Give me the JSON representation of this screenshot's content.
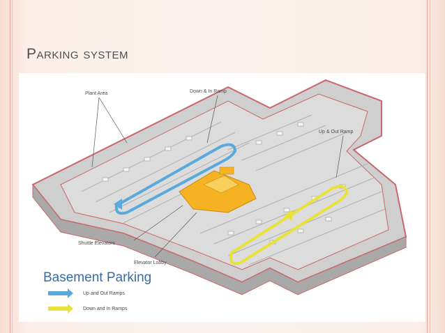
{
  "slide": {
    "title": "Parking system"
  },
  "diagram": {
    "callouts": {
      "plant_area": "Plant Area",
      "down_in_ramp": "Down & In Ramp",
      "up_out_ramp": "Up & Out Ramp",
      "shuttle_elevators": "Shuttle Elevators",
      "elevator_lobby": "Elevator Lobby"
    },
    "legend": {
      "title": "Basement Parking",
      "items": [
        {
          "label": "Up and Out Ramps",
          "color": "#5aa9dc"
        },
        {
          "label": "Down and In Ramps",
          "color": "#e8e23a"
        }
      ]
    },
    "colors": {
      "wall": "#c9676a",
      "floor": "#d9d9d9",
      "core": "#f5b324",
      "blue_ramp": "#5aa9dc",
      "yellow_ramp": "#e8e23a"
    }
  }
}
